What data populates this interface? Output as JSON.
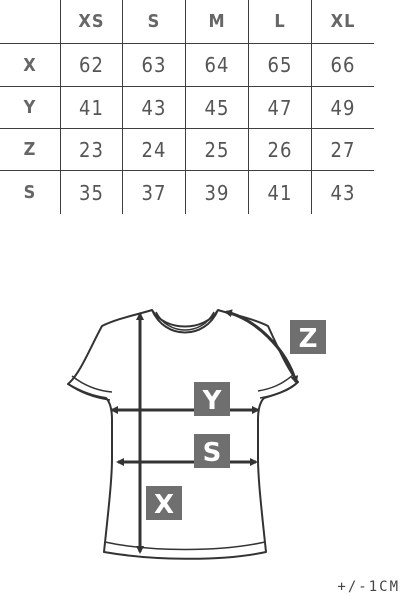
{
  "size_chart": {
    "columns": [
      "XS",
      "S",
      "M",
      "L",
      "XL"
    ],
    "rows": [
      {
        "label": "X",
        "values": [
          "62",
          "63",
          "64",
          "65",
          "66"
        ]
      },
      {
        "label": "Y",
        "values": [
          "41",
          "43",
          "45",
          "47",
          "49"
        ]
      },
      {
        "label": "Z",
        "values": [
          "23",
          "24",
          "25",
          "26",
          "27"
        ]
      },
      {
        "label": "S",
        "values": [
          "35",
          "37",
          "39",
          "41",
          "43"
        ]
      }
    ]
  },
  "diagram": {
    "labels": {
      "z": "Z",
      "y": "Y",
      "s": "S",
      "x": "X"
    },
    "label_bg_color": "#6f6f6f",
    "outline_color": "#333333"
  },
  "tolerance_note": "+/-1CM"
}
